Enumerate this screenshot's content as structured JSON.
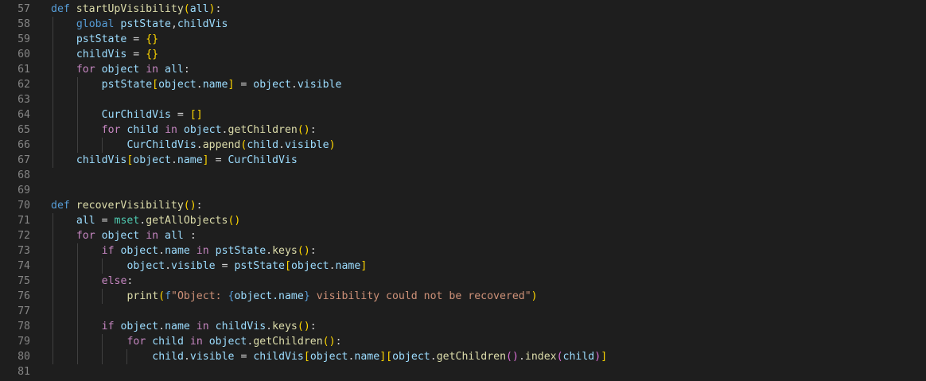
{
  "editor": {
    "theme_colors": {
      "background": "#1e1e1e",
      "line_number": "#858585",
      "keyword": "#569cd6",
      "control": "#c586c0",
      "function": "#dcdcaa",
      "variable": "#9cdcfe",
      "module": "#4ec9b0",
      "string": "#ce9178",
      "bracket_level1": "#ffd700",
      "bracket_level2": "#da70d6"
    },
    "lines": [
      {
        "n": "57",
        "text": "def startUpVisibility(all):"
      },
      {
        "n": "58",
        "text": "    global pstState,childVis"
      },
      {
        "n": "59",
        "text": "    pstState = {}"
      },
      {
        "n": "60",
        "text": "    childVis = {}"
      },
      {
        "n": "61",
        "text": "    for object in all:"
      },
      {
        "n": "62",
        "text": "        pstState[object.name] = object.visible"
      },
      {
        "n": "63",
        "text": ""
      },
      {
        "n": "64",
        "text": "        CurChildVis = []"
      },
      {
        "n": "65",
        "text": "        for child in object.getChildren():"
      },
      {
        "n": "66",
        "text": "            CurChildVis.append(child.visible)"
      },
      {
        "n": "67",
        "text": "    childVis[object.name] = CurChildVis"
      },
      {
        "n": "68",
        "text": ""
      },
      {
        "n": "69",
        "text": ""
      },
      {
        "n": "70",
        "text": "def recoverVisibility():"
      },
      {
        "n": "71",
        "text": "    all = mset.getAllObjects()"
      },
      {
        "n": "72",
        "text": "    for object in all :"
      },
      {
        "n": "73",
        "text": "        if object.name in pstState.keys():"
      },
      {
        "n": "74",
        "text": "            object.visible = pstState[object.name]"
      },
      {
        "n": "75",
        "text": "        else:"
      },
      {
        "n": "76",
        "text": "            print(f\"Object: {object.name} visibility could not be recovered\")"
      },
      {
        "n": "77",
        "text": ""
      },
      {
        "n": "78",
        "text": "        if object.name in childVis.keys():"
      },
      {
        "n": "79",
        "text": "            for child in object.getChildren():"
      },
      {
        "n": "80",
        "text": "                child.visible = childVis[object.name][object.getChildren().index(child)]"
      },
      {
        "n": "81",
        "text": ""
      }
    ],
    "tokens": {
      "def": "def",
      "global": "global",
      "for": "for",
      "in": "in",
      "if": "if",
      "else": "else",
      "startUpVisibility": "startUpVisibility",
      "recoverVisibility": "recoverVisibility",
      "all": "all",
      "pstState": "pstState",
      "childVis": "childVis",
      "object": "object",
      "name": "name",
      "visible": "visible",
      "CurChildVis": "CurChildVis",
      "child": "child",
      "getChildren": "getChildren",
      "append": "append",
      "mset": "mset",
      "getAllObjects": "getAllObjects",
      "keys": "keys",
      "print": "print",
      "index": "index",
      "fstring_prefix": "f",
      "str_open": "\"Object: ",
      "str_close": " visibility could not be recovered\""
    }
  }
}
